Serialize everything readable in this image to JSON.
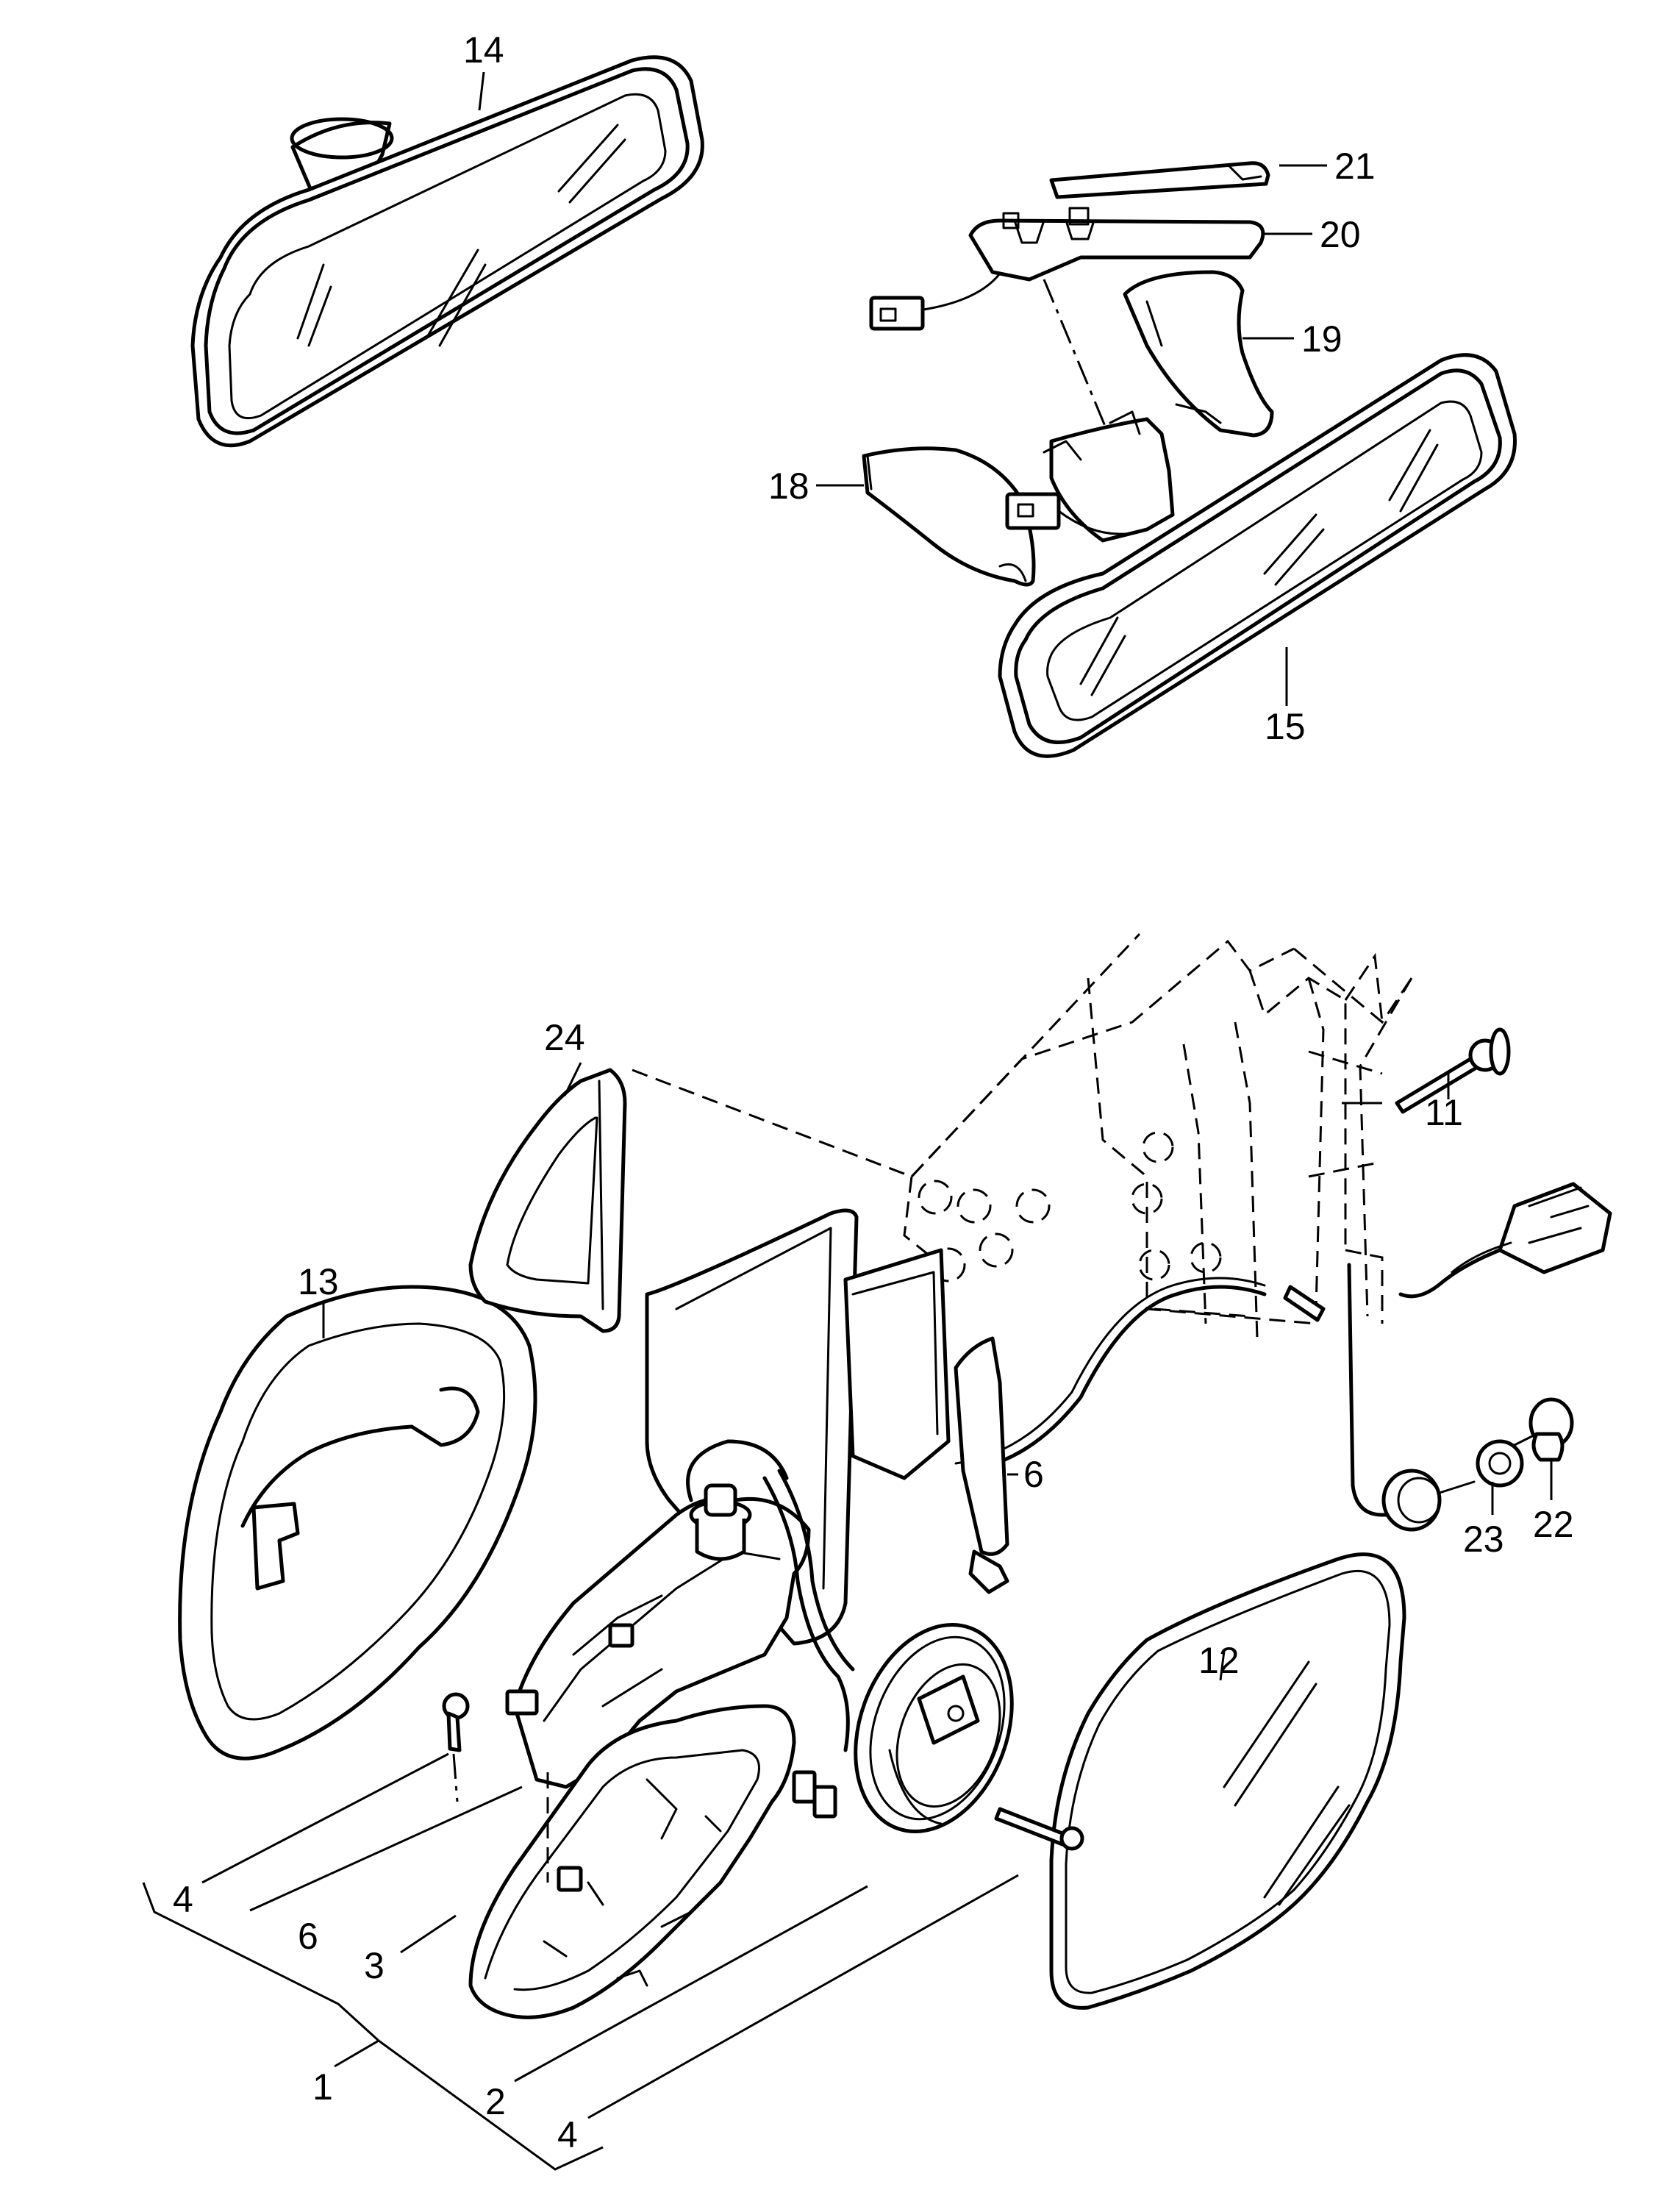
{
  "callouts": {
    "c1": "1",
    "c2": "2",
    "c3": "3",
    "c4a": "4",
    "c4b": "4",
    "c6a": "6",
    "c6b": "6",
    "c11": "11",
    "c12": "12",
    "c13": "13",
    "c14": "14",
    "c15": "15",
    "c18": "18",
    "c19": "19",
    "c20": "20",
    "c21": "21",
    "c22": "22",
    "c23": "23",
    "c24": "24"
  }
}
